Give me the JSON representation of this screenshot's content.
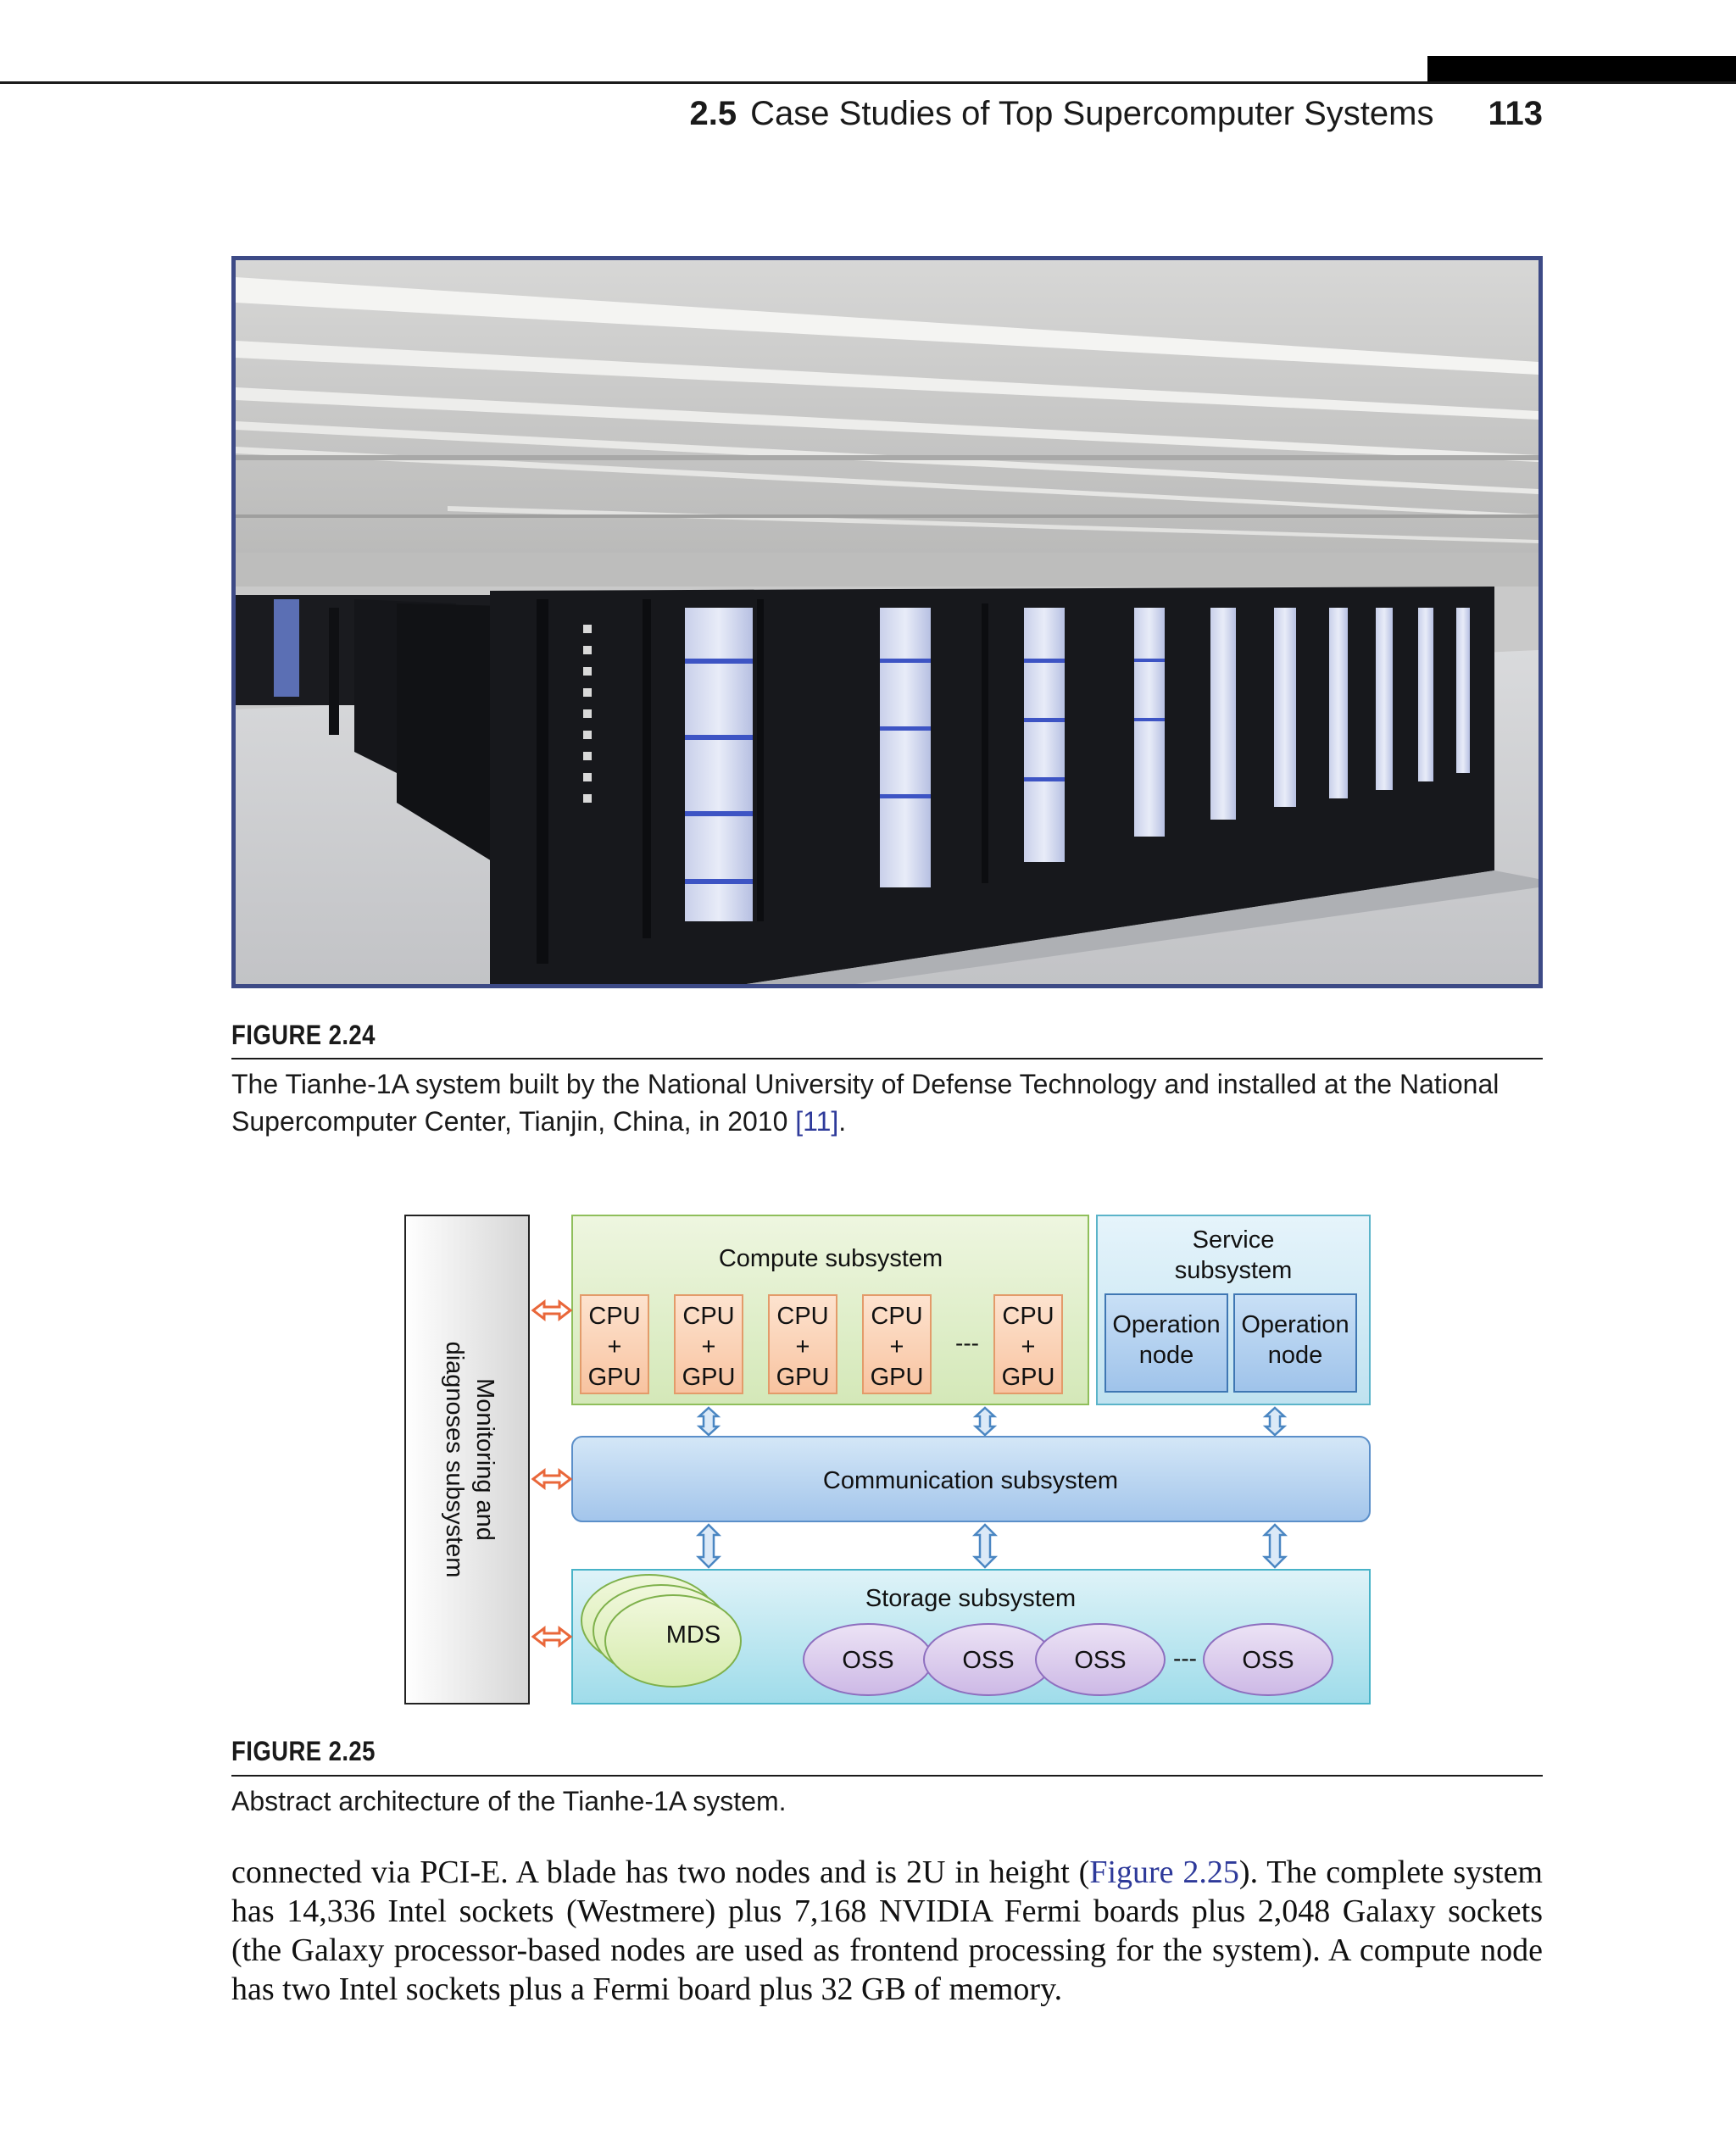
{
  "header": {
    "section_number": "2.5",
    "section_title": "Case Studies of Top Supercomputer Systems",
    "page_number": "113"
  },
  "figure_224": {
    "label": "FIGURE 2.24",
    "caption_text": "The Tianhe-1A system built by the National University of Defense Technology and installed at the National Supercomputer Center, Tianjin, China, in 2010 ",
    "caption_ref": "[11]",
    "caption_end": "."
  },
  "figure_225": {
    "label": "FIGURE 2.25",
    "caption": "Abstract architecture of the Tianhe-1A system.",
    "diagram": {
      "monitoring": "Monitoring and diagnoses subsystem",
      "compute_title": "Compute subsystem",
      "cpu_gpu": [
        "CPU",
        "+",
        "GPU"
      ],
      "compute_ellipsis": "---",
      "service_title_line1": "Service",
      "service_title_line2": "subsystem",
      "operation_node_line1": "Operation",
      "operation_node_line2": "node",
      "communication": "Communication subsystem",
      "storage_title": "Storage subsystem",
      "mds": "MDS",
      "oss": "OSS",
      "storage_ellipsis": "---"
    }
  },
  "body": {
    "text_before": "connected via PCI-E. A blade has two nodes and is 2U in height (",
    "xref": "Figure 2.25",
    "text_after": "). The complete system has 14,336 Intel sockets (Westmere) plus 7,168 NVIDIA Fermi boards plus 2,048 Galaxy sockets (the Galaxy processor-based nodes are used as frontend processing for the system). A compute node has two Intel sockets plus a Fermi board plus 32 GB of memory."
  }
}
